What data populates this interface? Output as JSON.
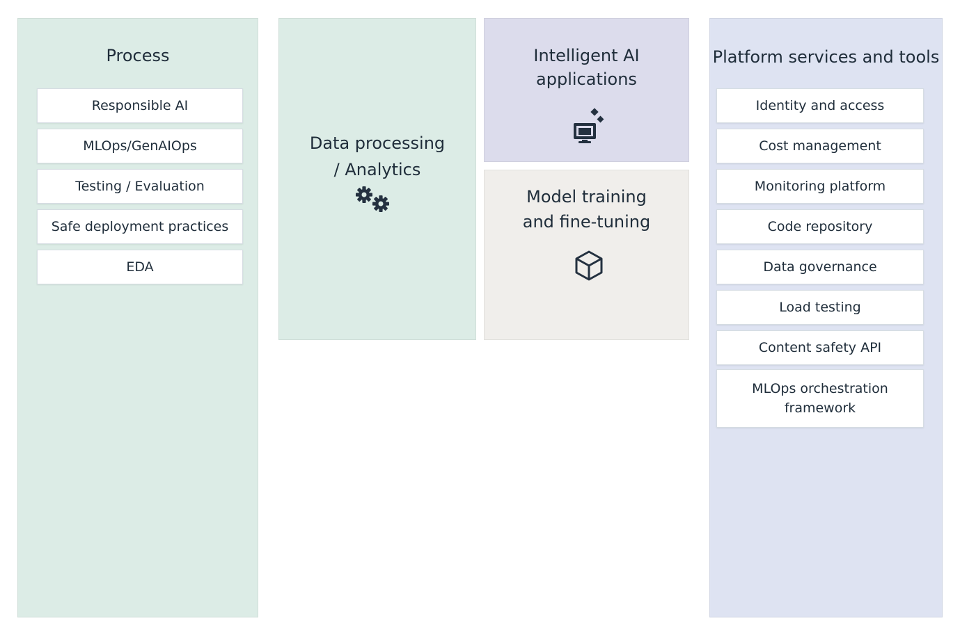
{
  "process": {
    "title": "Process",
    "items": [
      {
        "label": "Responsible AI"
      },
      {
        "label": "MLOps/GenAIOps"
      },
      {
        "label": "Testing / Evaluation"
      },
      {
        "label": "Safe deployment practices"
      },
      {
        "label": "EDA"
      }
    ]
  },
  "data_processing": {
    "title_line1": "Data processing",
    "title_line2": "/ Analytics",
    "icon": "gears-icon"
  },
  "intelligent_ai": {
    "title_line1": "Intelligent AI",
    "title_line2": "applications",
    "icon": "monitor-sparkle-icon"
  },
  "model_training": {
    "title_line1": "Model training",
    "title_line2": "and fine-tuning",
    "icon": "cube-icon"
  },
  "platform": {
    "title": "Platform services and tools",
    "items": [
      {
        "label": "Identity and access"
      },
      {
        "label": "Cost management"
      },
      {
        "label": "Monitoring platform"
      },
      {
        "label": "Code repository"
      },
      {
        "label": "Data governance"
      },
      {
        "label": "Load testing"
      },
      {
        "label": "Content safety API"
      },
      {
        "label_line1": "MLOps orchestration",
        "label_line2": "framework"
      }
    ]
  },
  "colors": {
    "process_bg": "#dcece6",
    "intelligent_bg": "#dcdcec",
    "training_bg": "#f0eeeb",
    "platform_bg": "#dee3f2",
    "icon": "#243140"
  }
}
